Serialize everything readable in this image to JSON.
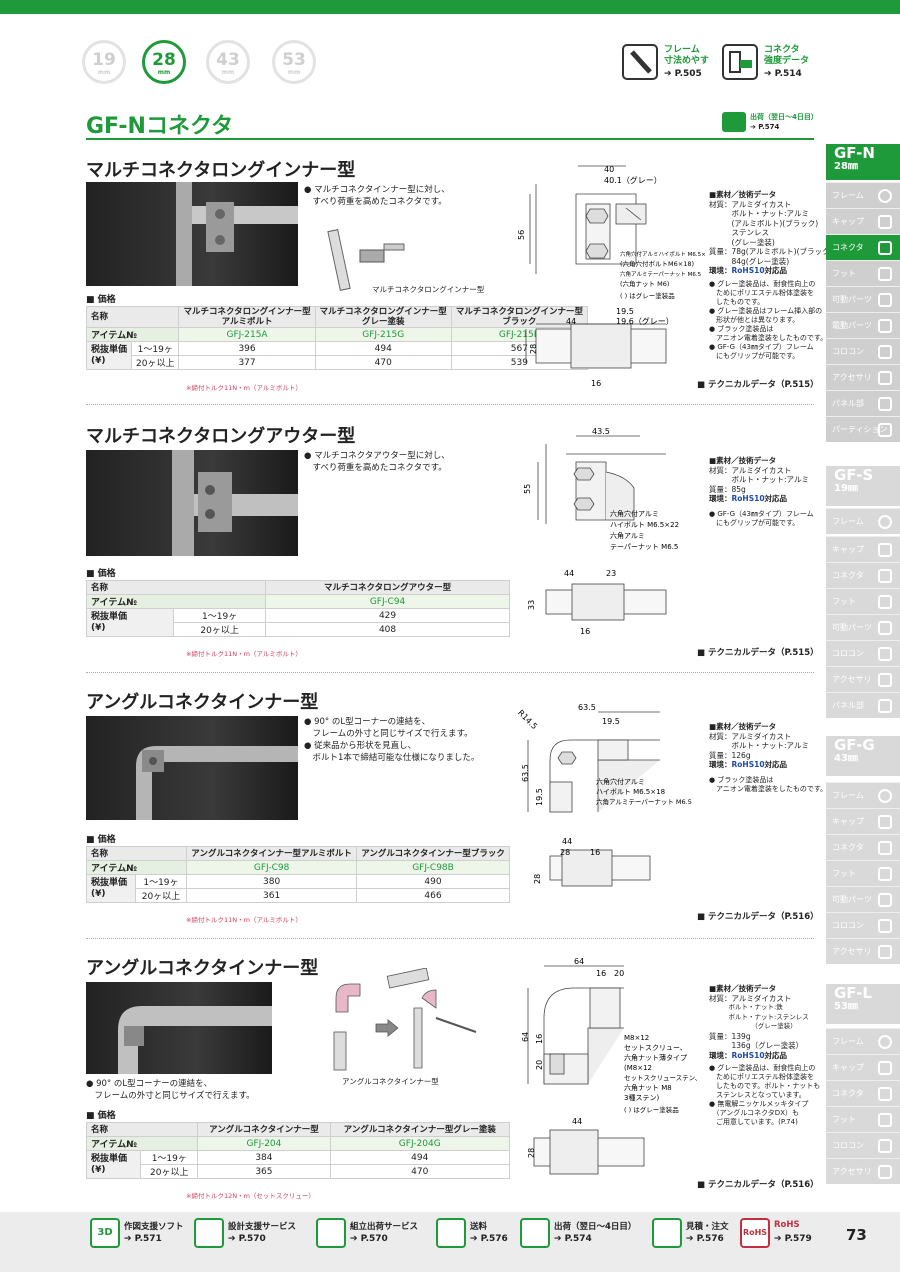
{
  "header": {
    "sizes": [
      {
        "value": "19",
        "unit": "mm"
      },
      {
        "value": "28",
        "unit": "mm"
      },
      {
        "value": "43",
        "unit": "mm"
      },
      {
        "value": "53",
        "unit": "mm"
      }
    ],
    "links": [
      {
        "label": "フレーム\n寸法めやす",
        "page": "➔ P.505"
      },
      {
        "label": "コネクタ\n強度データ",
        "page": "➔ P.514"
      }
    ],
    "title": "GF-Nコネクタ",
    "ship_label": "出荷（翌日〜4日目）",
    "ship_page": "➔ P.574"
  },
  "sections": [
    {
      "title": "マルチコネクタロングインナー型",
      "desc": [
        "● マルチコネクタインナー型に対し、",
        "　すべり荷重を高めたコネクタです。"
      ],
      "inset_caption": "マルチコネクタロングインナー型",
      "price_label": "■ 価格",
      "headers": [
        "マルチコネクタロングインナー型\nアルミボルト",
        "マルチコネクタロングインナー型\nグレー塗装",
        "マルチコネクタロングインナー型\nブラック"
      ],
      "items": [
        "GFJ-215A",
        "GFJ-215G",
        "GFJ-215B"
      ],
      "row1": [
        "396",
        "494",
        "567"
      ],
      "row2": [
        "377",
        "470",
        "539"
      ],
      "note": "※締付トルク11N・m（アルミボルト）",
      "dims": [
        "40",
        "40.1（グレー）",
        "56",
        "19.5",
        "19.6（グレー）",
        "44",
        "28",
        "16"
      ],
      "callouts": [
        "六角穴付アルミハイボルト M6.5×18",
        "(六角穴付ボルトM6×18)",
        "六角アルミテーパーナット M6.5",
        "(六角ナット M6)",
        "( ) はグレー塗装品"
      ],
      "spec": {
        "heading": "■素材／技術データ",
        "lines": [
          "材質：アルミダイカスト",
          "　　　ボルト・ナット:アルミ",
          "　　　(アルミボルト)(ブラック)",
          "　　　ステンレス",
          "　　　(グレー塗装)",
          "質量：78g(アルミボルト)(ブラック)",
          "　　　84g(グレー塗装)"
        ],
        "env": "環境：",
        "rohs": "RoHS10",
        "rohs_suffix": "対応品",
        "bullets": [
          "● グレー塗装品は、耐食性向上の",
          "　ためにポリエステル粉体塗装を",
          "　したものです。",
          "● グレー塗装品はフレーム挿入部の",
          "　形状が他とは異なります。",
          "● ブラック塗装品は",
          "　アニオン電着塗装をしたものです。",
          "● GF-G（43㎜タイプ）フレーム",
          "　にもグリップが可能です。"
        ]
      },
      "techref": "■ テクニカルデータ（P.515）"
    },
    {
      "title": "マルチコネクタロングアウター型",
      "desc": [
        "● マルチコネクタアウター型に対し、",
        "　すべり荷重を高めたコネクタです。"
      ],
      "price_label": "■ 価格",
      "headers": [
        "マルチコネクタロングアウター型"
      ],
      "items": [
        "GFJ-C94"
      ],
      "row1": [
        "429"
      ],
      "row2": [
        "408"
      ],
      "note": "※締付トルク11N・m（アルミボルト）",
      "dims": [
        "43.5",
        "55",
        "44",
        "23",
        "33",
        "16"
      ],
      "callouts": [
        "六角穴付アルミ",
        "ハイボルト M6.5×22",
        "六角アルミ",
        "テーパーナット M6.5"
      ],
      "spec": {
        "heading": "■素材／技術データ",
        "lines": [
          "材質：アルミダイカスト",
          "　　　ボルト・ナット:アルミ",
          "質量：85g"
        ],
        "env": "環境：",
        "rohs": "RoHS10",
        "rohs_suffix": "対応品",
        "bullets": [
          "● GF-G（43㎜タイプ）フレーム",
          "　にもグリップが可能です。"
        ]
      },
      "techref": "■ テクニカルデータ（P.515）"
    },
    {
      "title": "アングルコネクタインナー型",
      "desc": [
        "● 90° のL型コーナーの連結を、",
        "　フレームの外寸と同じサイズで行えます。",
        "● 従来品から形状を見直し、",
        "　ボルト1本で締結可能な仕様になりました。"
      ],
      "price_label": "■ 価格",
      "headers": [
        "アングルコネクタインナー型アルミボルト",
        "アングルコネクタインナー型ブラック"
      ],
      "items": [
        "GFJ-C98",
        "GFJ-C98B"
      ],
      "row1": [
        "380",
        "490"
      ],
      "row2": [
        "361",
        "466"
      ],
      "note": "※締付トルク11N・m（アルミボルト）",
      "dims": [
        "63.5",
        "19.5",
        "R14.5",
        "63.5",
        "19.5",
        "44",
        "28",
        "16",
        "28"
      ],
      "callouts": [
        "六角穴付アルミ",
        "ハイボルト M6.5×18",
        "六角アルミテーパーナット M6.5"
      ],
      "spec": {
        "heading": "■素材／技術データ",
        "lines": [
          "材質：アルミダイカスト",
          "　　　ボルト・ナット:アルミ",
          "質量：126g"
        ],
        "env": "環境：",
        "rohs": "RoHS10",
        "rohs_suffix": "対応品",
        "bullets": [
          "● ブラック塗装品は",
          "　アニオン電着塗装をしたものです。"
        ]
      },
      "techref": "■ テクニカルデータ（P.516）"
    },
    {
      "title": "アングルコネクタインナー型",
      "desc": [
        "● 90° のL型コーナーの連結を、",
        "　フレームの外寸と同じサイズで行えます。"
      ],
      "inset_caption": "アングルコネクタインナー型",
      "price_label": "■ 価格",
      "headers": [
        "アングルコネクタインナー型",
        "アングルコネクタインナー型グレー塗装"
      ],
      "items": [
        "GFJ-204",
        "GFJ-204G"
      ],
      "row1": [
        "384",
        "494"
      ],
      "row2": [
        "365",
        "470"
      ],
      "note": "※締付トルク12N・m（セットスクリュー）",
      "dims": [
        "64",
        "16",
        "20",
        "64",
        "16",
        "20",
        "44",
        "28"
      ],
      "callouts": [
        "M8×12",
        "セットスクリュー、",
        "六角ナット薄タイプ",
        "(M8×12",
        "セットスクリューステン、",
        "六角ナット M8",
        "3種ステン)",
        "( ) はグレー塗装品"
      ],
      "spec": {
        "heading": "■素材／技術データ",
        "lines": [
          "材質：アルミダイカスト",
          "　　　ボルト・ナット:鉄",
          "　　　ボルト・ナット:ステンレス",
          "　　　　　　　（グレー塗装）",
          "質量：139g",
          "　　　136g（グレー塗装）"
        ],
        "env": "環境：",
        "rohs": "RoHS10",
        "rohs_suffix": "対応品",
        "bullets": [
          "● グレー塗装品は、耐食性向上の",
          "　ためにポリエステル粉体塗装を",
          "　したものです。ボルト・ナットも",
          "　ステンレスとなっています。",
          "● 無電解ニッケルメッキタイプ",
          "　（アングルコネクタDX）も",
          "　ご用意しています。(P.74)"
        ]
      },
      "techref": "■ テクニカルデータ（P.516）"
    }
  ],
  "table_labels": {
    "name": "名称",
    "item": "アイテム№",
    "price": "税抜単価\n(¥)",
    "qty1": "1〜19ヶ",
    "qty2": "20ヶ以上"
  },
  "sidebar": [
    {
      "code": "GF-N",
      "mm": "28㎜",
      "active": true,
      "items": [
        "フレーム",
        "キャップ",
        "コネクタ",
        "フット",
        "可動パーツ",
        "電動パーツ",
        "コロコン",
        "アクセサリ",
        "パネル部",
        "パーティション"
      ]
    },
    {
      "code": "GF-S",
      "mm": "19㎜",
      "active": false,
      "items": [
        "フレーム",
        "キャップ",
        "コネクタ",
        "フット",
        "可動パーツ",
        "コロコン",
        "アクセサリ",
        "パネル部"
      ]
    },
    {
      "code": "GF-G",
      "mm": "43㎜",
      "active": false,
      "items": [
        "フレーム",
        "キャップ",
        "コネクタ",
        "フット",
        "可動パーツ",
        "コロコン",
        "アクセサリ"
      ]
    },
    {
      "code": "GF-L",
      "mm": "53㎜",
      "active": false,
      "items": [
        "フレーム",
        "キャップ",
        "コネクタ",
        "フット",
        "コロコン",
        "アクセサリ"
      ]
    }
  ],
  "footer": {
    "links": [
      {
        "label": "作図支援ソフト",
        "page": "➔ P.571",
        "icon": "3D"
      },
      {
        "label": "設計支援サービス",
        "page": "➔ P.570",
        "icon": ""
      },
      {
        "label": "組立出荷サービス",
        "page": "➔ P.570",
        "icon": ""
      },
      {
        "label": "送料",
        "page": "➔ P.576",
        "icon": ""
      },
      {
        "label": "出荷（翌日〜4日目）",
        "page": "➔ P.574",
        "icon": ""
      },
      {
        "label": "見積・注文",
        "page": "➔ P.576",
        "icon": ""
      },
      {
        "label": "RoHS",
        "page": "➔ P.579",
        "icon": "RoHS"
      }
    ],
    "page_number": "73"
  },
  "colors": {
    "brand": "#1e9a3a",
    "rohs": "#1e4aa8",
    "note": "#d04060"
  }
}
